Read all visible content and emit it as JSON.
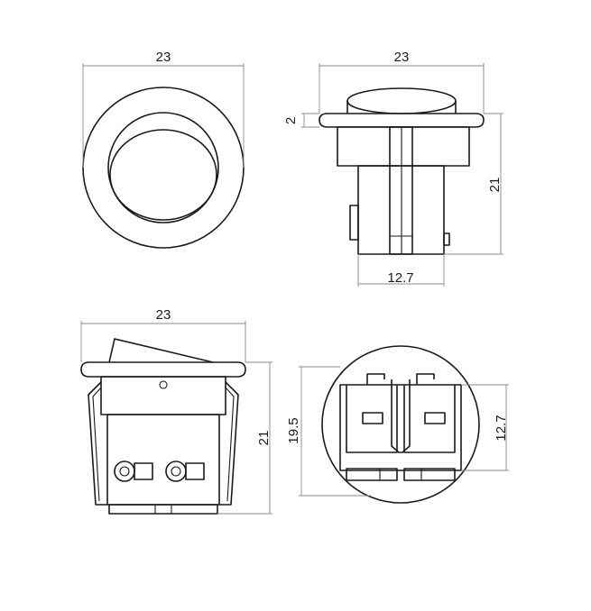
{
  "dimensions": {
    "top_view_diameter": "23",
    "side_view_width": "23",
    "bezel_thickness": "2",
    "side_view_height": "21",
    "terminal_span_side": "12.7",
    "front_view_width": "23",
    "front_view_height": "21",
    "back_view_height": "19.5",
    "terminal_span_back": "12.7"
  },
  "colors": {
    "line": "#1a1a1a",
    "dimension_line": "#8a8a8a",
    "background": "#ffffff"
  }
}
